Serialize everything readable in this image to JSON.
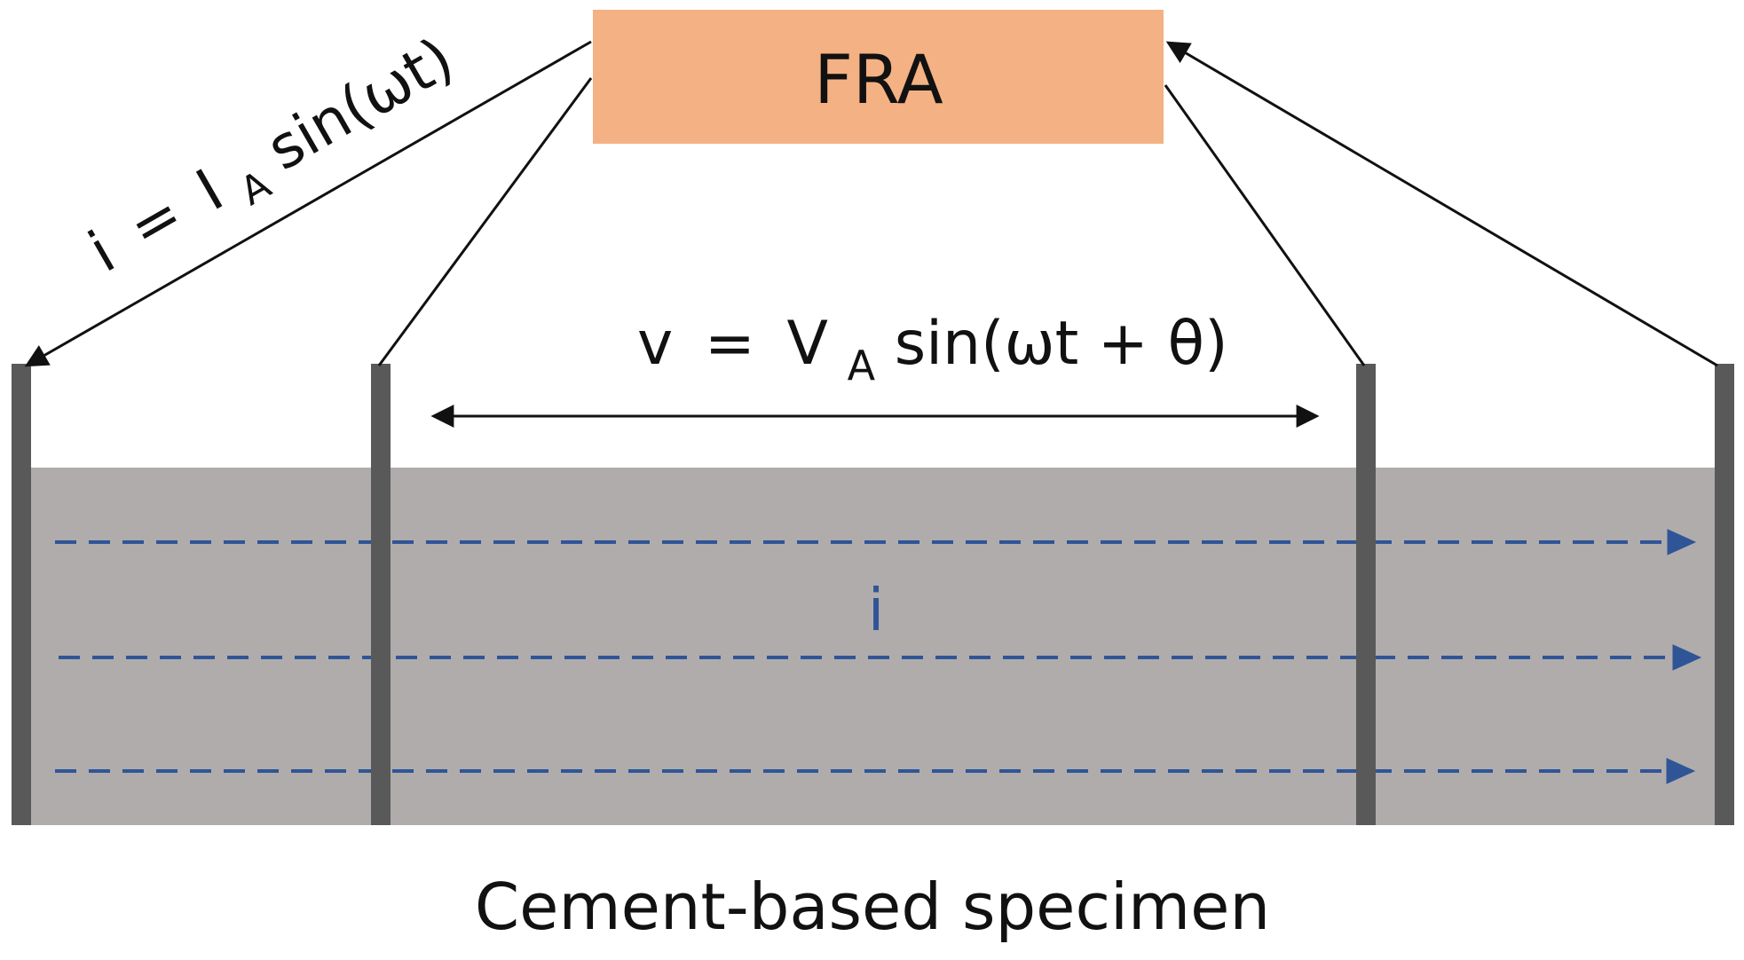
{
  "analyzer": {
    "label": "FRA",
    "fill_color": "#F4B183"
  },
  "current_equation": {
    "variable": "i",
    "equals": "=",
    "amplitude": "I",
    "amplitude_subscript": "A",
    "function": "sin(ωt)"
  },
  "voltage_equation": {
    "variable": "v",
    "equals": "=",
    "amplitude": "V",
    "amplitude_subscript": "A",
    "function": "sin(ωt + θ)"
  },
  "specimen": {
    "label": "Cement-based specimen",
    "fill_color": "#B0ACAC"
  },
  "current_flow": {
    "label": "i",
    "color": "#2F5597"
  },
  "electrode_color": "#595959"
}
